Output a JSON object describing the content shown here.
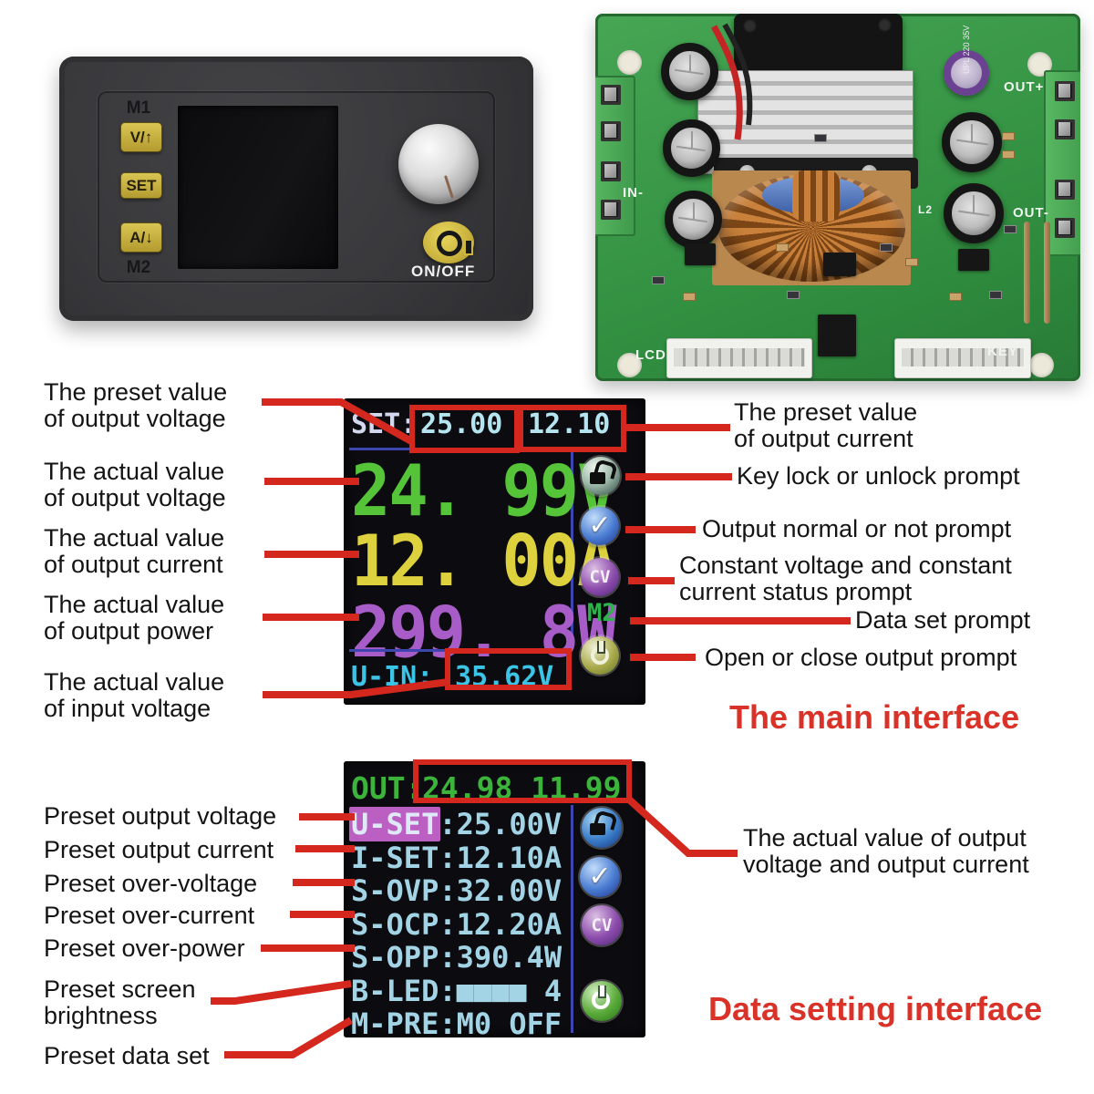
{
  "device_panel": {
    "m1_label": "M1",
    "m2_label": "M2",
    "voltage_button": "V/↑",
    "set_button": "SET",
    "current_button": "A/↓",
    "on_off_label": "ON/OFF"
  },
  "pcb": {
    "in_label": "IN-",
    "out_plus_label": "OUT+",
    "out_minus_label": "OUT-",
    "lcd_connector_label": "LCD",
    "key_connector_label": "KEY",
    "inductor_label": "L2",
    "capacitor_marking": "UPL 220 35V"
  },
  "icons": {
    "check_glyph": "✓"
  },
  "main_interface": {
    "screen": {
      "set_label": "SET:",
      "preset_voltage": "25.00",
      "preset_current": "12.10",
      "actual_voltage": "24. 99V",
      "actual_current": "12. 00A",
      "actual_power": "299. 8W",
      "uin_label": "U-IN:",
      "input_voltage": "35.62V",
      "cv_indicator": "CV",
      "m2_indicator": "M2"
    },
    "callouts_left": [
      {
        "line1": "The preset value",
        "line2": "of output voltage"
      },
      {
        "line1": "The actual value",
        "line2": "of output voltage"
      },
      {
        "line1": "The actual value",
        "line2": "of output current"
      },
      {
        "line1": "The actual value",
        "line2": "of output power"
      },
      {
        "line1": "The actual value",
        "line2": "of input voltage"
      }
    ],
    "callouts_right": [
      {
        "line1": "The preset value",
        "line2": "of output current"
      },
      {
        "line1": "Key lock or unlock prompt"
      },
      {
        "line1": "Output normal or not prompt"
      },
      {
        "line1": "Constant voltage and constant",
        "line2": "current status prompt"
      },
      {
        "line1": "Data set prompt"
      },
      {
        "line1": "Open or close output prompt"
      }
    ],
    "title": "The main interface"
  },
  "data_interface": {
    "screen": {
      "out_label": "OUT:",
      "out_values": "24.98 11.99",
      "selected_row": "U-SET",
      "cv_indicator": "CV",
      "rows": [
        {
          "label": "U-SET",
          "value": ":25.00V"
        },
        {
          "label": "I-SET",
          "value": ":12.10A"
        },
        {
          "label": "S-OVP",
          "value": ":32.00V"
        },
        {
          "label": "S-OCP",
          "value": ":12.20A"
        },
        {
          "label": "S-OPP",
          "value": ":390.4W"
        },
        {
          "label": "B-LED",
          "value": ":■■■■ 4"
        },
        {
          "label": "M-PRE",
          "value": ":M0 OFF"
        }
      ]
    },
    "callouts_left": [
      {
        "line1": "Preset output voltage"
      },
      {
        "line1": "Preset output current"
      },
      {
        "line1": "Preset over-voltage"
      },
      {
        "line1": "Preset over-current"
      },
      {
        "line1": "Preset over-power"
      },
      {
        "line1": "Preset screen",
        "line2": "brightness"
      },
      {
        "line1": "Preset data set"
      }
    ],
    "callout_right": {
      "line1": "The actual value of output",
      "line2": "voltage and output current"
    },
    "title": "Data setting interface"
  },
  "colors": {
    "callout_red": "#d4281e",
    "title_red": "#d93228",
    "lcd_green": "#55c438",
    "lcd_yellow": "#ddd23e",
    "lcd_purple": "#a85cc8",
    "lcd_cyan": "#3cc4e6",
    "lcd_row_cyan": "#a2d4e6",
    "out_green": "#3cb43c",
    "panel_yellow": "#c9b544",
    "pcb_green": "#3f9c4c"
  }
}
